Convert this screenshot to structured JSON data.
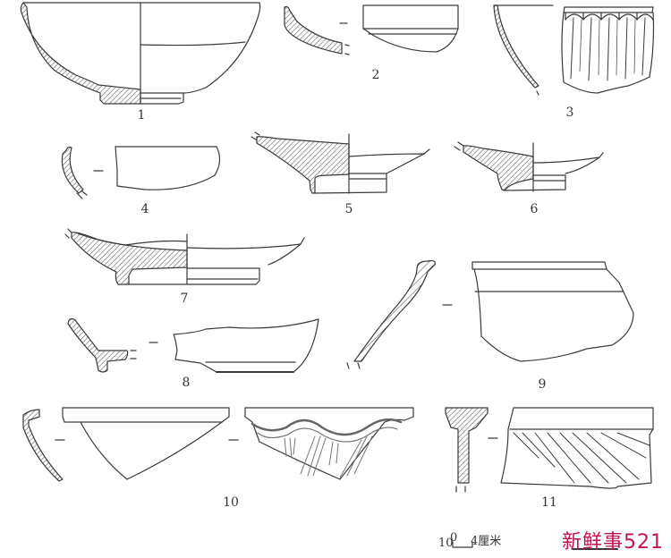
{
  "figure": {
    "type": "archaeological pottery drawing plate",
    "colors": {
      "line": "#3a3a3a",
      "hatch": "#555555",
      "watermark": "#c0144c",
      "background": "#ffffff"
    }
  },
  "items": [
    {
      "id": "1",
      "label": "1"
    },
    {
      "id": "2",
      "label": "2"
    },
    {
      "id": "3",
      "label": "3"
    },
    {
      "id": "4",
      "label": "4"
    },
    {
      "id": "5",
      "label": "5"
    },
    {
      "id": "6",
      "label": "6"
    },
    {
      "id": "7",
      "label": "7"
    },
    {
      "id": "8",
      "label": "8"
    },
    {
      "id": "9",
      "label": "9"
    },
    {
      "id": "10",
      "label": "10"
    },
    {
      "id": "11",
      "label": "11"
    }
  ],
  "scale_bar": {
    "prefix": "10",
    "start": "0",
    "end": "4厘米"
  },
  "watermark": {
    "text": "新鲜事521"
  }
}
